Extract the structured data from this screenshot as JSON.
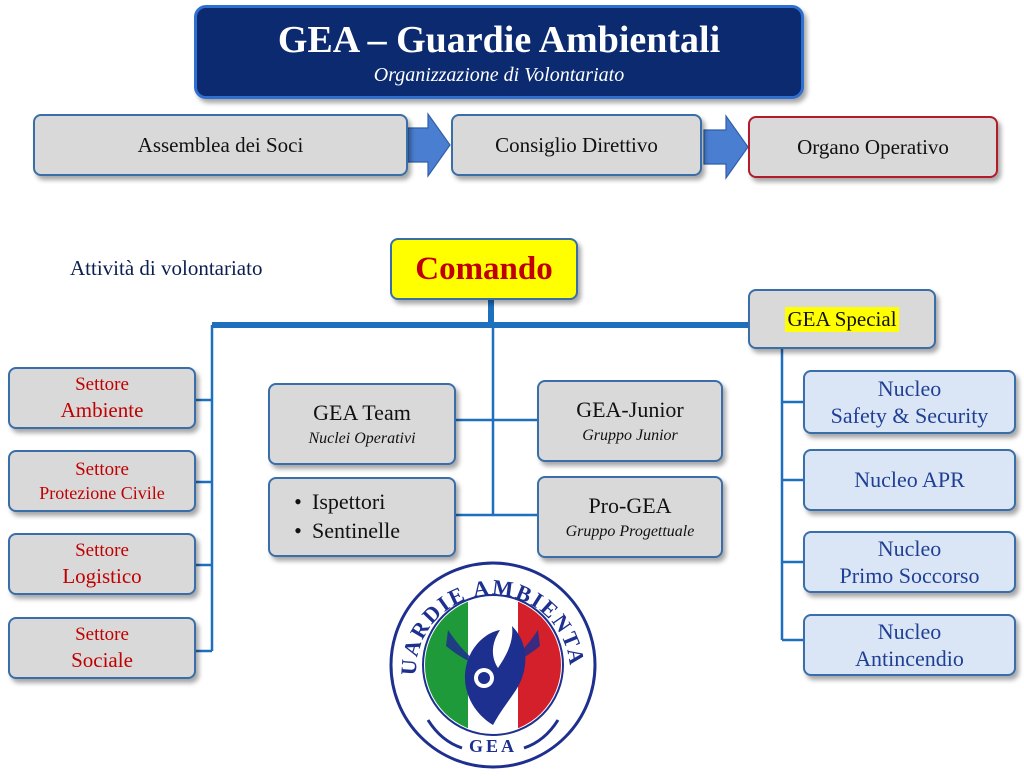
{
  "header": {
    "title": "GEA – Guardie Ambientali",
    "subtitle": "Organizzazione di Volontariato"
  },
  "top_flow": [
    "Assemblea dei Soci",
    "Consiglio Direttivo",
    "Organo Operativo"
  ],
  "attivita_label": "Attività di volontariato",
  "comando_label": "Comando",
  "gea_special_label": "GEA Special",
  "settori": [
    {
      "line1": "Settore",
      "line2": "Ambiente"
    },
    {
      "line1": "Settore",
      "line2": "Protezione Civile"
    },
    {
      "line1": "Settore",
      "line2": "Logistico"
    },
    {
      "line1": "Settore",
      "line2": "Sociale"
    }
  ],
  "center": {
    "gea_team": {
      "title": "GEA Team",
      "subtitle": "Nuclei Operativi"
    },
    "gea_junior": {
      "title": "GEA-Junior",
      "subtitle": "Gruppo Junior"
    },
    "bullets": [
      "Ispettori",
      "Sentinelle"
    ],
    "pro_gea": {
      "title": "Pro-GEA",
      "subtitle": "Gruppo Progettuale"
    }
  },
  "nuclei": [
    {
      "line1": "Nucleo",
      "line2": "Safety & Security"
    },
    {
      "line1": "Nucleo APR",
      "line2": ""
    },
    {
      "line1": "Nucleo",
      "line2": "Primo Soccorso"
    },
    {
      "line1": "Nucleo",
      "line2": "Antincendio"
    }
  ],
  "logo": {
    "ring_text": "GUARDIE AMBIENTALI",
    "bottom_text": "GEA",
    "colors": {
      "green": "#1f9a3a",
      "white": "#ffffff",
      "red": "#d3202a",
      "blue": "#1d2f8f",
      "ring": "#1d2f8f"
    }
  },
  "colors": {
    "header_bg": "#0b2a6f",
    "comando_bg": "#ffff00",
    "comando_text": "#c00000",
    "connector": "#1f6fbf",
    "nucleo_text": "#1f3f95",
    "settore_text": "#c00000"
  }
}
